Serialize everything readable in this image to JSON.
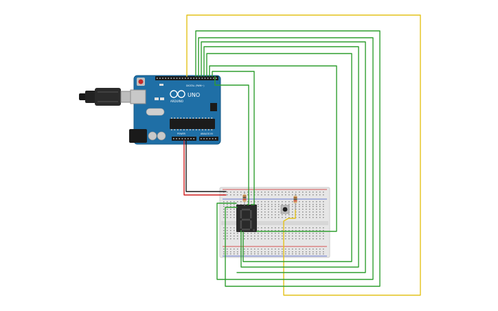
{
  "board": {
    "model": "UNO",
    "brand": "ARDUINO",
    "digital_label": "DIGITAL (PWM~)",
    "power_label": "POWER",
    "analog_label": "ANALOG IN",
    "board_color": "#1f6fa6",
    "chip_color": "#1b1b1b"
  },
  "display": {
    "digit": "8",
    "body_color": "#2a2a2a",
    "segment_off_color": "#4a4a4a"
  },
  "breadboard": {
    "body_color": "#e6e6e6",
    "rail_red": "#d11f1f",
    "rail_blue": "#3a53c9"
  },
  "wires": {
    "green": "#2f9e2f",
    "yellow": "#e3c21a",
    "red": "#d11f1f",
    "black": "#1a1a1a"
  }
}
